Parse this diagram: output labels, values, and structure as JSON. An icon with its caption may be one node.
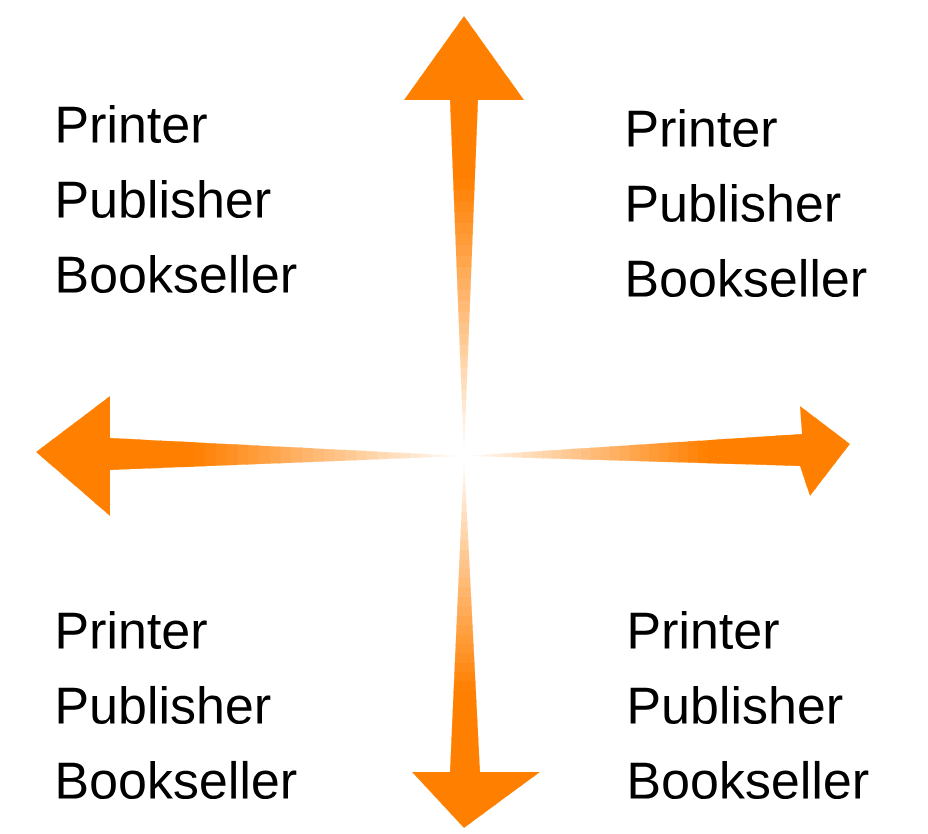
{
  "diagram": {
    "labels": [
      "Printer",
      "Publisher",
      "Bookseller",
      "Printer",
      "Publisher",
      "Bookseller",
      "Printer",
      "Publisher",
      "Bookseller",
      "Printer",
      "Publisher",
      "Bookseller"
    ]
  }
}
